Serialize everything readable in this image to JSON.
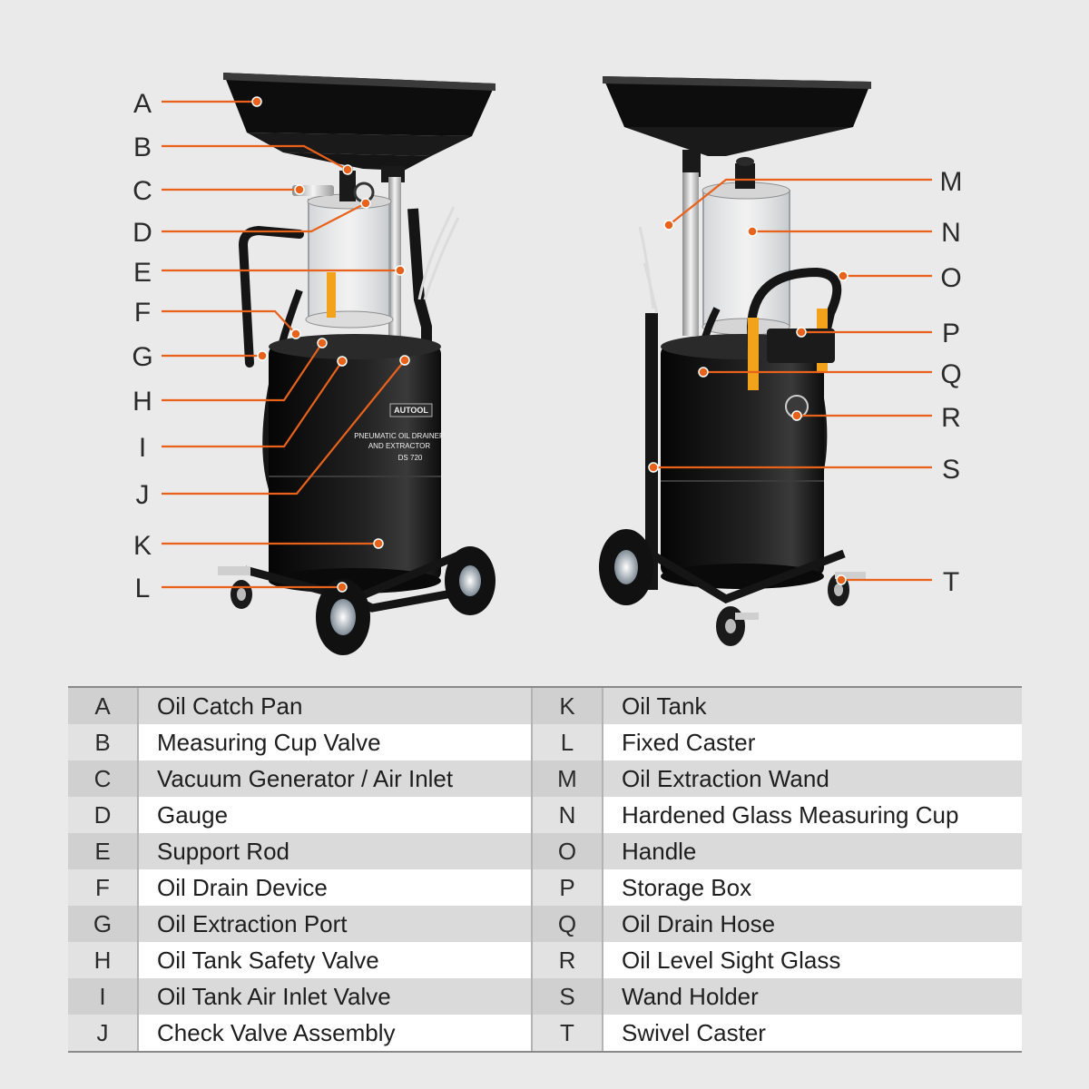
{
  "left_callouts": [
    {
      "letter": "A"
    },
    {
      "letter": "B"
    },
    {
      "letter": "C"
    },
    {
      "letter": "D"
    },
    {
      "letter": "E"
    },
    {
      "letter": "F"
    },
    {
      "letter": "G"
    },
    {
      "letter": "H"
    },
    {
      "letter": "I"
    },
    {
      "letter": "J"
    },
    {
      "letter": "K"
    },
    {
      "letter": "L"
    }
  ],
  "right_callouts": [
    {
      "letter": "M"
    },
    {
      "letter": "N"
    },
    {
      "letter": "O"
    },
    {
      "letter": "P"
    },
    {
      "letter": "Q"
    },
    {
      "letter": "R"
    },
    {
      "letter": "S"
    },
    {
      "letter": "T"
    }
  ],
  "product_labels": {
    "brand": "AUTOOL",
    "line1": "PNEUMATIC OIL DRAINER",
    "line2": "AND EXTRACTOR",
    "model": "DS 720"
  },
  "colors": {
    "leader": "#e8621c",
    "tank": "#141414",
    "accent": "#f2a21b",
    "chrome": "#c8c8c8"
  },
  "parts_table": {
    "rows": [
      {
        "left_letter": "A",
        "left_name": "Oil Catch Pan",
        "right_letter": "K",
        "right_name": "Oil Tank"
      },
      {
        "left_letter": "B",
        "left_name": "Measuring Cup Valve",
        "right_letter": "L",
        "right_name": "Fixed Caster"
      },
      {
        "left_letter": "C",
        "left_name": "Vacuum Generator / Air Inlet",
        "right_letter": "M",
        "right_name": "Oil Extraction Wand"
      },
      {
        "left_letter": "D",
        "left_name": "Gauge",
        "right_letter": "N",
        "right_name": "Hardened Glass Measuring Cup"
      },
      {
        "left_letter": "E",
        "left_name": "Support Rod",
        "right_letter": "O",
        "right_name": "Handle"
      },
      {
        "left_letter": "F",
        "left_name": "Oil Drain Device",
        "right_letter": "P",
        "right_name": "Storage Box"
      },
      {
        "left_letter": "G",
        "left_name": "Oil Extraction Port",
        "right_letter": "Q",
        "right_name": "Oil Drain Hose"
      },
      {
        "left_letter": "H",
        "left_name": "Oil Tank Safety Valve",
        "right_letter": "R",
        "right_name": "Oil Level Sight Glass"
      },
      {
        "left_letter": "I",
        "left_name": "Oil Tank Air Inlet Valve",
        "right_letter": "S",
        "right_name": "Wand Holder"
      },
      {
        "left_letter": "J",
        "left_name": "Check Valve Assembly",
        "right_letter": "T",
        "right_name": "Swivel Caster"
      }
    ]
  }
}
